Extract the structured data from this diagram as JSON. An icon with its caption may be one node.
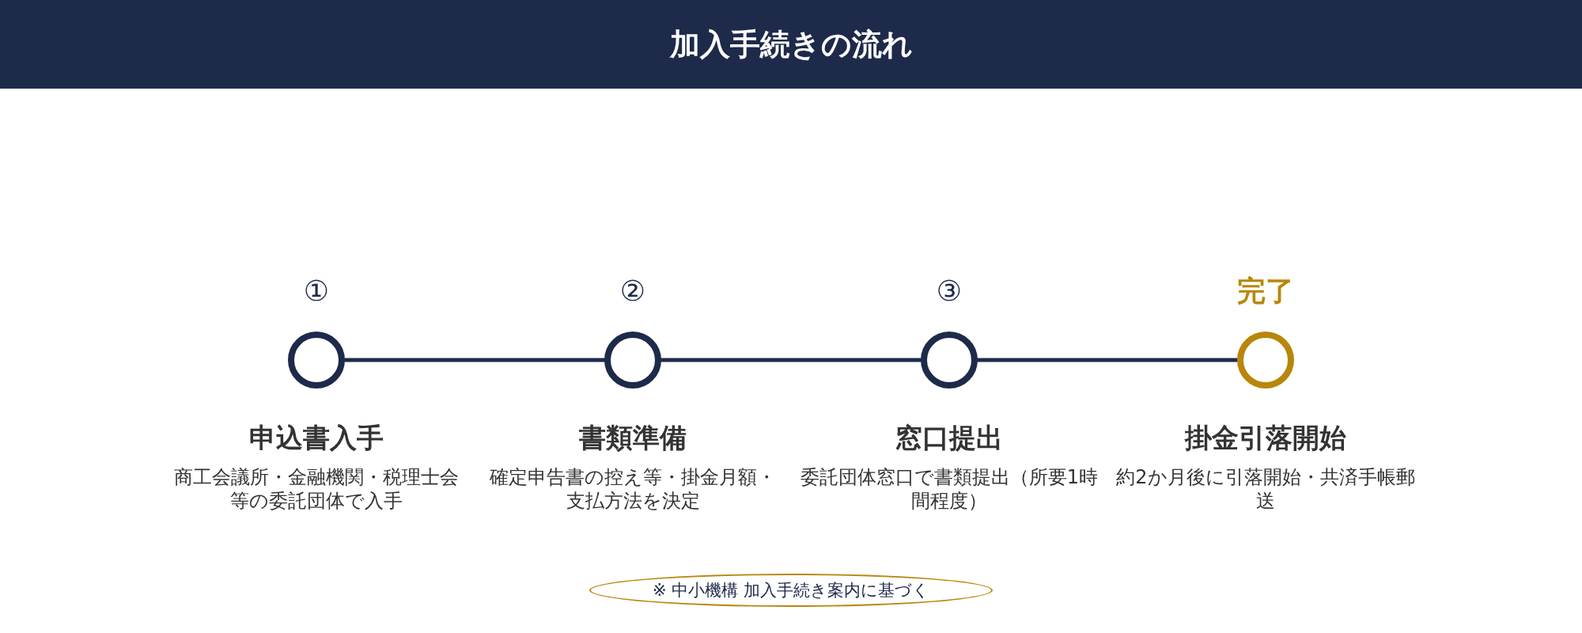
{
  "diagram": {
    "title": "加入手続きの流れ",
    "nodes": [
      {
        "text": [],
        "shape": "circle",
        "beside": [
          "①",
          "申込書入手",
          "商工会議所・金融機関・税理士会等の委託団体で入手"
        ]
      },
      {
        "text": [],
        "shape": "circle",
        "beside": [
          "②",
          "書類準備",
          "確定申告書の控え等・掛金月額・支払方法を決定"
        ]
      },
      {
        "text": [],
        "shape": "circle",
        "beside": [
          "③",
          "窓口提出",
          "委託団体窓口で書類提出（所要1時間程度）"
        ]
      },
      {
        "text": [],
        "shape": "circle",
        "beside": [
          "完了",
          "掛金引落開始",
          "約2か月後に引落開始・共済手帳郵送"
        ]
      },
      {
        "text": [
          "※ 中小機構 加入手続き案内に基づく"
        ]
      }
    ],
    "edges": [
      {
        "from": 0,
        "to": 1,
        "arrow": "none"
      },
      {
        "from": 1,
        "to": 2,
        "arrow": "none"
      },
      {
        "from": 2,
        "to": 3,
        "arrow": "none"
      }
    ]
  }
}
